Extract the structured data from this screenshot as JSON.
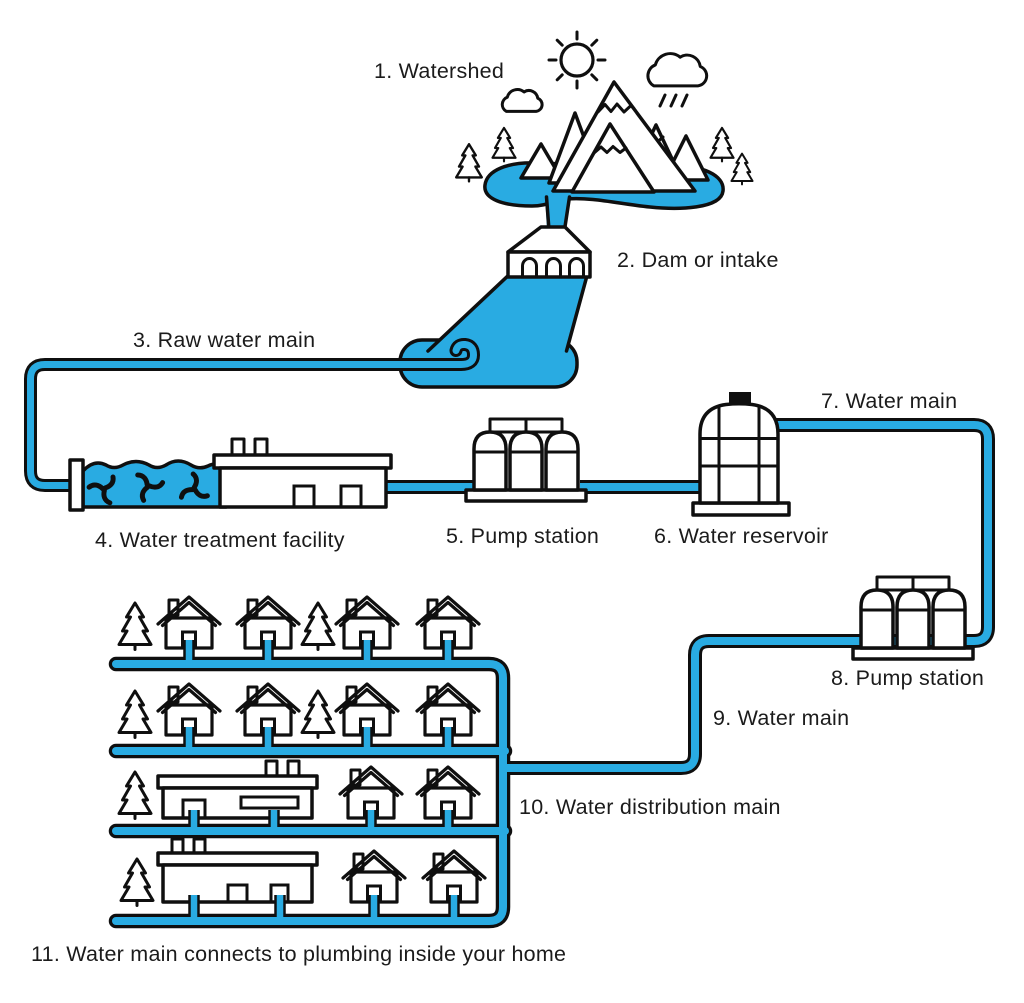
{
  "diagram": {
    "steps": [
      {
        "id": 1,
        "text": "1. Watershed"
      },
      {
        "id": 2,
        "text": "2. Dam or intake"
      },
      {
        "id": 3,
        "text": "3. Raw water main"
      },
      {
        "id": 4,
        "text": "4. Water treatment facility"
      },
      {
        "id": 5,
        "text": "5. Pump station"
      },
      {
        "id": 6,
        "text": "6. Water reservoir"
      },
      {
        "id": 7,
        "text": "7. Water main"
      },
      {
        "id": 8,
        "text": "8. Pump station"
      },
      {
        "id": 9,
        "text": "9. Water main"
      },
      {
        "id": 10,
        "text": "10. Water distribution main"
      },
      {
        "id": 11,
        "text": "11. Water main connects to plumbing inside your home"
      }
    ],
    "colors": {
      "water": "#29ABE2",
      "outline": "#0F0F0F",
      "text": "#1B1B1B",
      "background": "#FFFFFF"
    }
  }
}
